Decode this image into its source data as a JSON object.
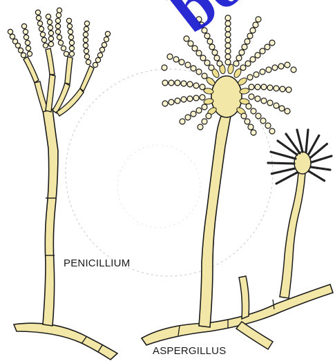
{
  "labels": {
    "penicillium": "PENICILLIUM",
    "aspergillus": "ASPERGILLUS"
  },
  "watermark": "bo",
  "colors": {
    "hypha_fill": "#f3e7a8",
    "outline": "#1a1a1a",
    "conidia_fill": "#fbf3cf",
    "dark_conidia": "#222222",
    "watermark": "#1f1fd0"
  }
}
